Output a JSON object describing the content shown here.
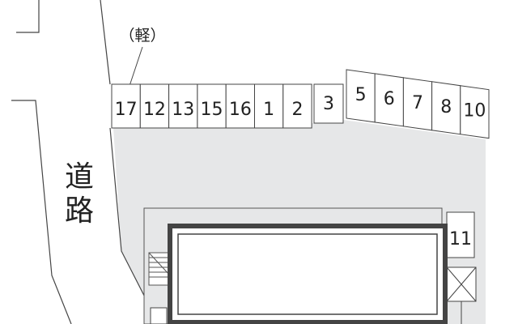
{
  "road": {
    "label_line1": "道",
    "label_line2": "路"
  },
  "parking": {
    "kei_note": "（軽）",
    "spaces_left": [
      "17",
      "12",
      "13",
      "15",
      "16",
      "1",
      "2"
    ],
    "space_middle": "3",
    "spaces_right": [
      "5",
      "6",
      "7",
      "8",
      "10"
    ],
    "space_east": "11"
  },
  "colors": {
    "lot": "#e6e7e8",
    "line": "#333333",
    "building_fill": "#ffffff",
    "building_border": "#444444"
  }
}
